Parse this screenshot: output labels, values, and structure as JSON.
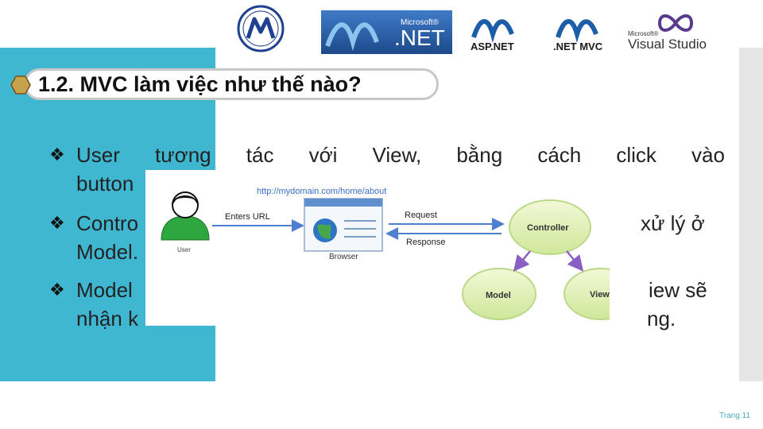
{
  "header": {
    "logos": {
      "university_icon": "university-seal-icon",
      "dotnet_maker": "Microsoft®",
      "dotnet_text": ".NET",
      "aspnet_text": "ASP.NET",
      "netmvc_text": ".NET MVC",
      "vs_maker": "Microsoft®",
      "vs_text": "Visual Studio"
    }
  },
  "slide": {
    "title": "1.2. MVC  làm việc như thế nào?",
    "bullets": [
      {
        "lines": [
          "User tương tác với View, bằng cách click vào",
          "button"
        ]
      },
      {
        "lines": [
          "Controller ... xử lý ở",
          "Model."
        ]
      },
      {
        "lines": [
          "Model ... View sẽ",
          "nhận kết quả từ Model và hiển thị lại cho người dùng."
        ]
      }
    ],
    "bullet_visible": {
      "b1_words": [
        "User",
        "tương",
        "tác",
        "với",
        "View,",
        "bằng",
        "cách",
        "click",
        "vào"
      ],
      "b1_line2": "button",
      "b2_line1_left": "Contro",
      "b2_line1_right": "xử lý ở",
      "b2_line2": "Model.",
      "b3_line1_left": "Model",
      "b3_line1_right": "iew sẽ",
      "b3_line2_left": "nhận k",
      "b3_line2_right": "ng."
    },
    "page_number": "Trang 11"
  },
  "diagram": {
    "url": "http://mydomain.com/home/about",
    "user_label": "User",
    "enters_url": "Enters URL",
    "browser_label": "Browser",
    "request": "Request",
    "response": "Response",
    "controller": "Controller",
    "model": "Model",
    "view": "View"
  },
  "colors": {
    "teal_panel": "#3fb7d1",
    "circle_fill": "#e6f3b4",
    "circle_stroke": "#bcd98a",
    "arrow_blue": "#4f7fd0",
    "arrow_purple": "#8a5fc4",
    "user_green": "#2ea83e"
  }
}
